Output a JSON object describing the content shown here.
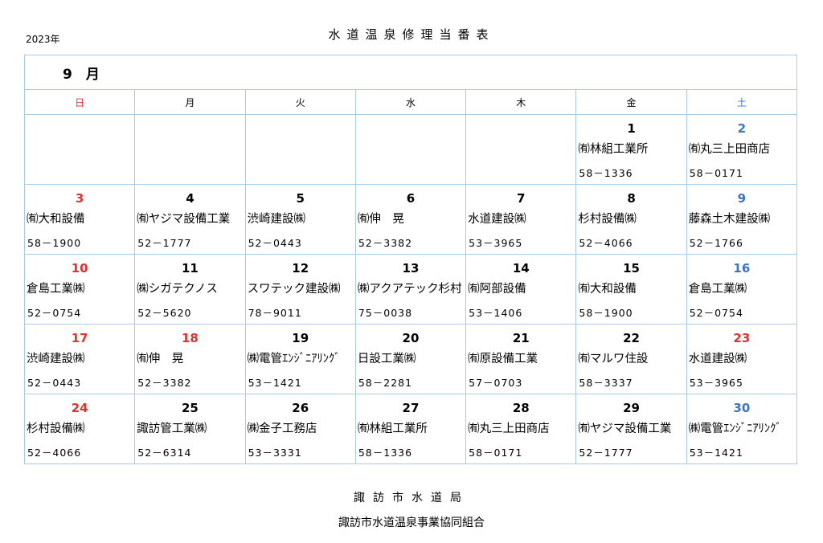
{
  "year": "2023年",
  "title": "水道温泉修理当番表",
  "month": "9　月",
  "colors": {
    "sun": "#e53030",
    "sat": "#3c74c2",
    "weekday": "#000000",
    "border": "#a9cbe6"
  },
  "weekdays": [
    {
      "label": "日",
      "color": "#e53030"
    },
    {
      "label": "月",
      "color": "#000000"
    },
    {
      "label": "火",
      "color": "#000000"
    },
    {
      "label": "水",
      "color": "#000000"
    },
    {
      "label": "木",
      "color": "#000000"
    },
    {
      "label": "金",
      "color": "#000000"
    },
    {
      "label": "土",
      "color": "#3c74c2"
    }
  ],
  "weeks": [
    [
      {
        "day": "",
        "company": "",
        "tel": "",
        "color": "#000000"
      },
      {
        "day": "",
        "company": "",
        "tel": "",
        "color": "#000000"
      },
      {
        "day": "",
        "company": "",
        "tel": "",
        "color": "#000000"
      },
      {
        "day": "",
        "company": "",
        "tel": "",
        "color": "#000000"
      },
      {
        "day": "",
        "company": "",
        "tel": "",
        "color": "#000000"
      },
      {
        "day": "1",
        "company": "㈲林組工業所",
        "tel": "58－1336",
        "color": "#000000"
      },
      {
        "day": "2",
        "company": "㈲丸三上田商店",
        "tel": "58－0171",
        "color": "#3c74c2"
      }
    ],
    [
      {
        "day": "3",
        "company": "㈲大和設備",
        "tel": "58－1900",
        "color": "#e53030"
      },
      {
        "day": "4",
        "company": "㈲ヤジマ設備工業",
        "tel": "52－1777",
        "color": "#000000"
      },
      {
        "day": "5",
        "company": "渋崎建設㈱",
        "tel": "52－0443",
        "color": "#000000"
      },
      {
        "day": "6",
        "company": "㈲伸　晃",
        "tel": "52－3382",
        "color": "#000000"
      },
      {
        "day": "7",
        "company": "水道建設㈱",
        "tel": "53－3965",
        "color": "#000000"
      },
      {
        "day": "8",
        "company": "杉村設備㈱",
        "tel": "52－4066",
        "color": "#000000"
      },
      {
        "day": "9",
        "company": "藤森土木建設㈱",
        "tel": "52－1766",
        "color": "#3c74c2"
      }
    ],
    [
      {
        "day": "10",
        "company": "倉島工業㈱",
        "tel": "52－0754",
        "color": "#e53030"
      },
      {
        "day": "11",
        "company": "㈱シガテクノス",
        "tel": "52－5620",
        "color": "#000000"
      },
      {
        "day": "12",
        "company": "スワテック建設㈱",
        "tel": "78－9011",
        "color": "#000000"
      },
      {
        "day": "13",
        "company": "㈱アクアテック杉村",
        "tel": "75－0038",
        "color": "#000000"
      },
      {
        "day": "14",
        "company": "㈲阿部設備",
        "tel": "53－1406",
        "color": "#000000"
      },
      {
        "day": "15",
        "company": "㈲大和設備",
        "tel": "58－1900",
        "color": "#000000"
      },
      {
        "day": "16",
        "company": "倉島工業㈱",
        "tel": "52－0754",
        "color": "#3c74c2"
      }
    ],
    [
      {
        "day": "17",
        "company": "渋崎建設㈱",
        "tel": "52－0443",
        "color": "#e53030"
      },
      {
        "day": "18",
        "company": "㈲伸　晃",
        "tel": "52－3382",
        "color": "#e53030"
      },
      {
        "day": "19",
        "company": "㈱電管ｴﾝｼﾞﾆｱﾘﾝｸﾞ",
        "tel": "53－1421",
        "color": "#000000"
      },
      {
        "day": "20",
        "company": "日設工業㈱",
        "tel": "58－2281",
        "color": "#000000"
      },
      {
        "day": "21",
        "company": "㈲原設備工業",
        "tel": "57－0703",
        "color": "#000000"
      },
      {
        "day": "22",
        "company": "㈲マルワ住設",
        "tel": "58－3337",
        "color": "#000000"
      },
      {
        "day": "23",
        "company": "水道建設㈱",
        "tel": "53－3965",
        "color": "#e53030"
      }
    ],
    [
      {
        "day": "24",
        "company": "杉村設備㈱",
        "tel": "52－4066",
        "color": "#e53030"
      },
      {
        "day": "25",
        "company": "諏訪管工業㈱",
        "tel": "52－6314",
        "color": "#000000"
      },
      {
        "day": "26",
        "company": "㈱金子工務店",
        "tel": "53－3331",
        "color": "#000000"
      },
      {
        "day": "27",
        "company": "㈲林組工業所",
        "tel": "58－1336",
        "color": "#000000"
      },
      {
        "day": "28",
        "company": "㈲丸三上田商店",
        "tel": "58－0171",
        "color": "#000000"
      },
      {
        "day": "29",
        "company": "㈲ヤジマ設備工業",
        "tel": "52－1777",
        "color": "#000000"
      },
      {
        "day": "30",
        "company": "㈱電管ｴﾝｼﾞﾆｱﾘﾝｸﾞ",
        "tel": "53－1421",
        "color": "#3c74c2"
      }
    ]
  ],
  "footer": {
    "line1": "諏訪市水道局",
    "line2": "諏訪市水道温泉事業協同組合"
  }
}
